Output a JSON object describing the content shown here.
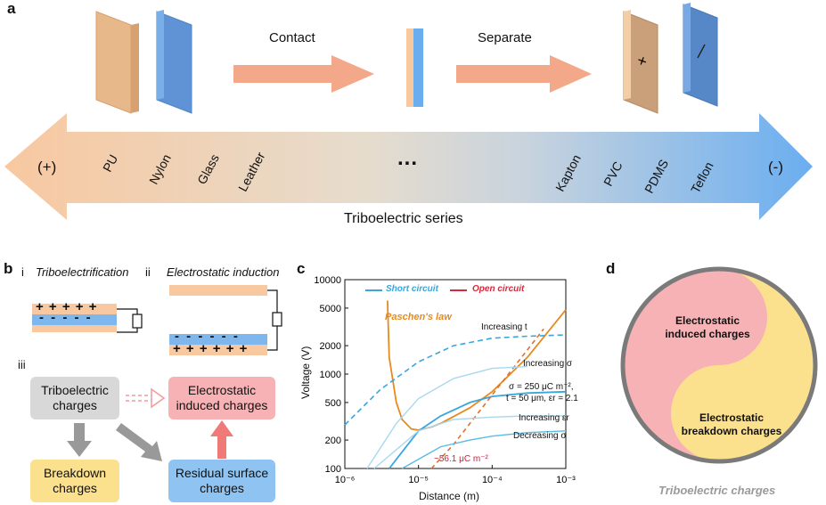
{
  "panel_a": {
    "letter": "a",
    "contact_label": "Contact",
    "separate_label": "Separate",
    "plus_sign": "(+)",
    "minus_sign": "(-)",
    "ellipsis": "...",
    "series_label": "Triboelectric series",
    "left_materials": [
      "PU",
      "Nylon",
      "Glass",
      "Leather"
    ],
    "right_materials": [
      "Kapton",
      "PVC",
      "PDMS",
      "Teflon"
    ],
    "colors": {
      "left": "#f8c8a0",
      "right": "#6aaef0",
      "arrow": "#f4a88a"
    }
  },
  "panel_b": {
    "letter": "b",
    "step_i": "i",
    "step_ii": "ii",
    "step_iii": "iii",
    "title_i": "Triboelectrification",
    "title_ii": "Electrostatic induction",
    "plus_row": "+ + + + +",
    "minus_row": "- - - - -",
    "minus_row_ii": "- - - - - -",
    "plus_row_ii": "+ + + + + +",
    "box_tribo": "Triboelectric charges",
    "box_induced": "Electrostatic induced charges",
    "box_breakdown": "Breakdown charges",
    "box_residual": "Residual surface charges"
  },
  "panel_c": {
    "letter": "c",
    "legend_short": "Short circuit",
    "legend_open": "Open circuit",
    "paschen": "Paschen's law",
    "ann_t": "Increasing t",
    "ann_sigma_up": "Increasing σ",
    "ann_params1": "σ = 250 μC m⁻²,",
    "ann_params2": "t = 50 μm, εr = 2.1",
    "ann_eps": "Increasing εr",
    "ann_sigma_down": "Decreasing σ",
    "ann_threshold": "~56.1 μC m⁻²",
    "xlabel": "Distance (m)",
    "ylabel": "Voltage (V)",
    "xticks": [
      "10⁻⁶",
      "10⁻⁵",
      "10⁻⁴",
      "10⁻³"
    ],
    "yticks": [
      "100",
      "200",
      "500",
      "1000",
      "2000",
      "5000",
      "10000"
    ]
  },
  "chart_data": {
    "type": "line",
    "xlabel": "Distance (m)",
    "ylabel": "Voltage (V)",
    "xscale": "log",
    "yscale": "log",
    "xlim": [
      1e-06,
      0.001
    ],
    "ylim": [
      100,
      10000
    ],
    "legend": [
      "Short circuit",
      "Open circuit"
    ],
    "series": [
      {
        "name": "Paschen's law",
        "x": [
          3.8e-06,
          4e-06,
          5e-06,
          6e-06,
          8e-06,
          1e-05,
          1.5e-05,
          2e-05,
          5e-05,
          0.0001,
          0.0003,
          0.001
        ],
        "y": [
          6000,
          1500,
          500,
          330,
          262,
          255,
          275,
          300,
          440,
          650,
          1500,
          4800
        ]
      },
      {
        "x": [
          1e-06,
          3e-06,
          1e-05,
          3e-05,
          0.0001,
          0.0003,
          0.001
        ],
        "y": [
          290,
          680,
          1350,
          2000,
          2400,
          2520,
          2600
        ]
      },
      {
        "x": [
          4e-06,
          1e-05,
          2e-05,
          5e-05,
          0.0001,
          0.0003,
          0.001
        ],
        "y": [
          100,
          250,
          360,
          500,
          580,
          630,
          650
        ]
      },
      {
        "x": [
          1.5e-05,
          3e-05,
          0.0001,
          0.0003,
          0.0005
        ],
        "y": [
          100,
          180,
          600,
          1800,
          3000
        ]
      },
      {
        "x": [
          2e-06,
          5e-06,
          1e-05,
          3e-05,
          0.0001,
          0.0003
        ],
        "y": [
          100,
          300,
          550,
          900,
          1150,
          1200
        ]
      },
      {
        "x": [
          2.5e-06,
          1e-05,
          3e-05,
          0.0001,
          0.0003,
          0.001
        ],
        "y": [
          100,
          250,
          330,
          350,
          360,
          360
        ]
      },
      {
        "x": [
          6e-06,
          2e-05,
          5e-05,
          0.0001,
          0.0003,
          0.001
        ],
        "y": [
          100,
          170,
          200,
          220,
          240,
          250
        ]
      }
    ]
  },
  "panel_d": {
    "letter": "d",
    "induced": "Electrostatic induced charges",
    "breakdown": "Electrostatic breakdown charges",
    "caption": "Triboelectric charges"
  }
}
